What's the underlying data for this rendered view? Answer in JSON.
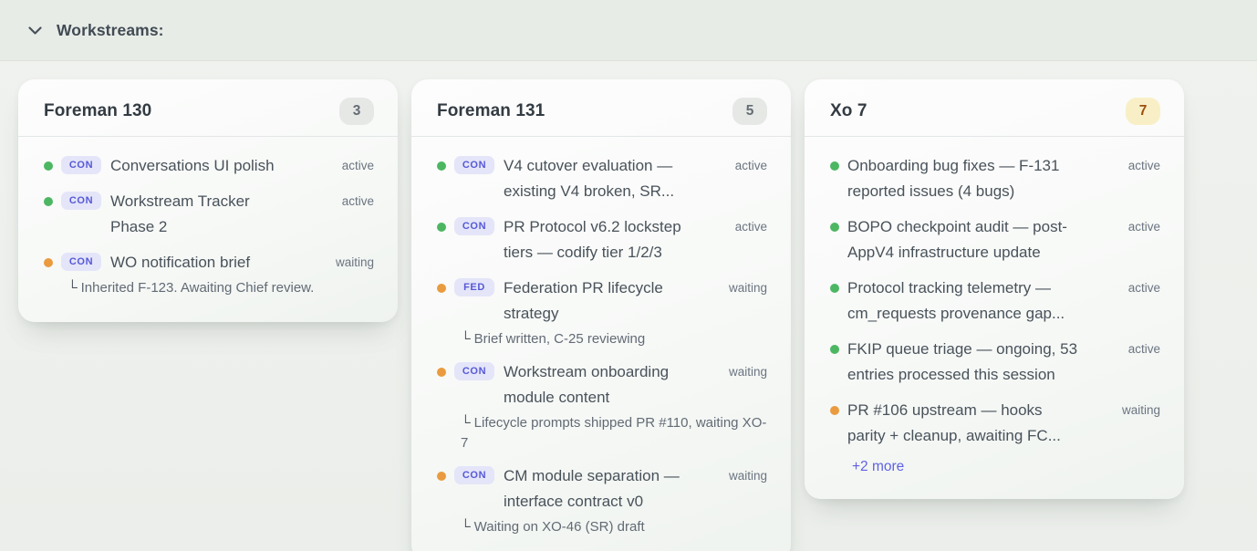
{
  "header": {
    "title": "Workstreams:"
  },
  "icons": {
    "note_branch_glyph": "└"
  },
  "colors": {
    "status_active_dot": "#4db662",
    "status_waiting_dot": "#ea9b3f",
    "tag_text": "#5659d7",
    "tag_bg": "#e4e5f8",
    "count_badge_bg": "#e6e8e6",
    "count_badge_highlight_bg": "#f9efc7",
    "count_badge_highlight_text": "#9c4f10",
    "more_link": "#5f62e3",
    "header_bg": "#e8ece7"
  },
  "cards": [
    {
      "title": "Foreman 130",
      "count": "3",
      "count_highlight": false,
      "items": [
        {
          "dot": "green",
          "tag": "CON",
          "title": "Conversations UI polish",
          "status": "active"
        },
        {
          "dot": "green",
          "tag": "CON",
          "title": "Workstream Tracker Phase 2",
          "status": "active"
        },
        {
          "dot": "orange",
          "tag": "CON",
          "title": "WO notification brief",
          "status": "waiting",
          "note": "Inherited F-123. Awaiting Chief review."
        }
      ]
    },
    {
      "title": "Foreman 131",
      "count": "5",
      "count_highlight": false,
      "items": [
        {
          "dot": "green",
          "tag": "CON",
          "title": "V4 cutover evaluation — existing V4 broken, SR...",
          "status": "active"
        },
        {
          "dot": "green",
          "tag": "CON",
          "title": "PR Protocol v6.2 lockstep tiers — codify tier 1/2/3",
          "status": "active"
        },
        {
          "dot": "orange",
          "tag": "FED",
          "title": "Federation PR lifecycle strategy",
          "status": "waiting",
          "note": "Brief written, C-25 reviewing"
        },
        {
          "dot": "orange",
          "tag": "CON",
          "title": "Workstream onboarding module content",
          "status": "waiting",
          "note": "Lifecycle prompts shipped PR #110, waiting XO-7"
        },
        {
          "dot": "orange",
          "tag": "CON",
          "title": "CM module separation — interface contract v0",
          "status": "waiting",
          "note": "Waiting on XO-46 (SR) draft"
        }
      ]
    },
    {
      "title": "Xo 7",
      "count": "7",
      "count_highlight": true,
      "items": [
        {
          "dot": "green",
          "title": "Onboarding bug fixes — F-131 reported issues (4 bugs)",
          "status": "active"
        },
        {
          "dot": "green",
          "title": "BOPO checkpoint audit — post-AppV4 infrastructure update",
          "status": "active"
        },
        {
          "dot": "green",
          "title": "Protocol tracking telemetry — cm_requests provenance gap...",
          "status": "active"
        },
        {
          "dot": "green",
          "title": "FKIP queue triage — ongoing, 53 entries processed this session",
          "status": "active"
        },
        {
          "dot": "orange",
          "title": "PR #106 upstream — hooks parity + cleanup, awaiting FC...",
          "status": "waiting"
        }
      ],
      "more_label": "+2 more"
    }
  ]
}
